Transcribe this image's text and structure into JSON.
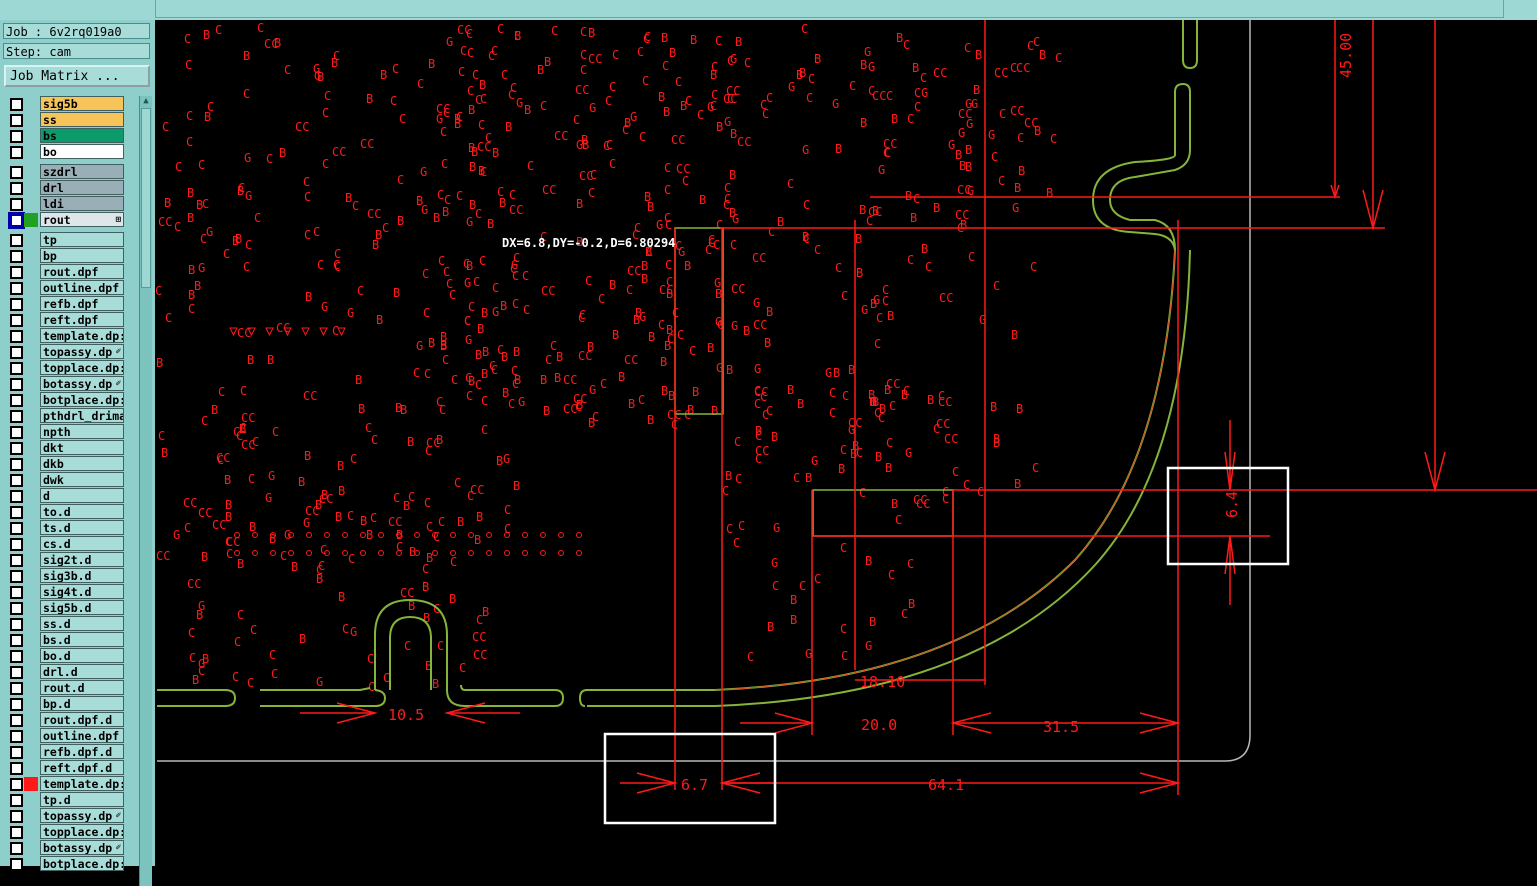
{
  "header": {
    "job_line": "Job : 6v2rq019a0",
    "step_line": "Step: cam",
    "job_matrix_button": "Job Matrix ..."
  },
  "layer_groups": [
    [
      {
        "name": "sig5b",
        "color": "#f7c45a"
      },
      {
        "name": "ss",
        "color": "#f7c45a"
      },
      {
        "name": "bs",
        "color": "#0b9b6a"
      },
      {
        "name": "bo",
        "color": "#ffffff"
      }
    ],
    [
      {
        "name": "szdrl",
        "color": "#9aaeb8"
      },
      {
        "name": "drl",
        "color": "#9aaeb8"
      },
      {
        "name": "ldi",
        "color": "#9aaeb8"
      },
      {
        "name": "rout",
        "color": "#dfe6ea",
        "active": true,
        "swatch": "#22a022",
        "mark": "⊞"
      }
    ],
    [
      {
        "name": "tp"
      },
      {
        "name": "bp"
      },
      {
        "name": "rout.dpf"
      },
      {
        "name": "outline.dpf"
      },
      {
        "name": "refb.dpf"
      },
      {
        "name": "reft.dpf"
      },
      {
        "name": "template.dp:"
      },
      {
        "name": "topassy.dp",
        "mark": "✐"
      },
      {
        "name": "topplace.dp:"
      },
      {
        "name": "botassy.dp",
        "mark": "✐"
      },
      {
        "name": "botplace.dp:"
      },
      {
        "name": "pthdrl_drima"
      },
      {
        "name": "npth"
      },
      {
        "name": "dkt"
      },
      {
        "name": "dkb"
      },
      {
        "name": "dwk"
      },
      {
        "name": "d"
      },
      {
        "name": "to.d"
      },
      {
        "name": "ts.d"
      },
      {
        "name": "cs.d"
      },
      {
        "name": "sig2t.d"
      },
      {
        "name": "sig3b.d"
      },
      {
        "name": "sig4t.d"
      },
      {
        "name": "sig5b.d"
      },
      {
        "name": "ss.d"
      },
      {
        "name": "bs.d"
      },
      {
        "name": "bo.d"
      },
      {
        "name": "drl.d"
      },
      {
        "name": "rout.d"
      },
      {
        "name": "bp.d"
      },
      {
        "name": "rout.dpf.d"
      },
      {
        "name": "outline.dpf"
      },
      {
        "name": "refb.dpf.d"
      },
      {
        "name": "reft.dpf.d"
      },
      {
        "name": "template.dp:",
        "swatch": "#ff1a1a"
      },
      {
        "name": "tp.d"
      },
      {
        "name": "topassy.dp",
        "mark": "✐"
      },
      {
        "name": "topplace.dp:"
      },
      {
        "name": "botassy.dp",
        "mark": "✐"
      },
      {
        "name": "botplace.dp:"
      }
    ]
  ],
  "colors": {
    "row_default": "#a8dcd8",
    "drawing_red": "#ff1a1a",
    "rout_green": "#86b43a",
    "outline_gray": "#b8b8b8",
    "highlight_white": "#ffffff"
  },
  "canvas": {
    "measure_readout": "DX=6.8,DY=-0.2,D=6.80294",
    "dimensions": [
      "10.5",
      "18.10",
      "20.0",
      "31.5",
      "64.1",
      "6.7",
      "6.4",
      "45.00"
    ]
  }
}
